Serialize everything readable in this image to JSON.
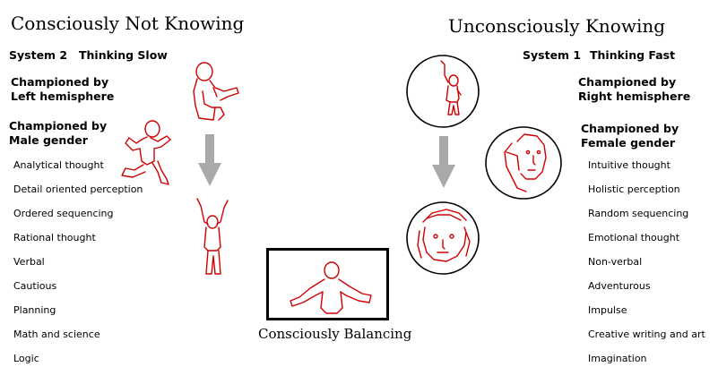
{
  "left": {
    "title": "Consciously  Not Knowing",
    "system_label": "System 2",
    "system_desc": "Thinking Slow",
    "hemisphere_line1": "Championed by",
    "hemisphere_line2": "Left hemisphere",
    "gender_line1": "Championed by",
    "gender_line2": "Male gender",
    "traits": [
      "Analytical thought",
      "Detail oriented perception",
      "Ordered sequencing",
      "Rational thought",
      "Verbal",
      "Cautious",
      "Planning",
      "Math and science",
      "Logic"
    ]
  },
  "right": {
    "title": "Unconsciously  Knowing",
    "system_label": "System 1",
    "system_desc": "Thinking Fast",
    "hemisphere_line1": "Championed by",
    "hemisphere_line2": "Right hemisphere",
    "gender_line1": "Championed by",
    "gender_line2": "Female gender",
    "traits": [
      "Intuitive thought",
      "Holistic perception",
      "Random sequencing",
      "Emotional thought",
      "Non-verbal",
      "Adventurous",
      "Impulse",
      "Creative writing and art",
      "Imagination"
    ]
  },
  "center": {
    "caption": "Consciously Balancing"
  },
  "colors": {
    "figure": "#d00000",
    "arrow": "#a9a9a9",
    "text": "#000000"
  }
}
